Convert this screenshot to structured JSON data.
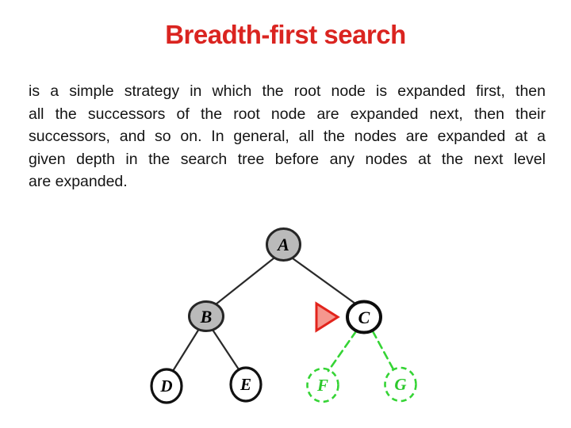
{
  "slide": {
    "title": "Breadth-first search",
    "body_lines": [
      "is a simple strategy in which the root node is expanded first, then",
      "all the successors of the root node are expanded next, then their",
      "successors, and so on. In general, all the nodes are expanded at a",
      "given depth in the search tree before any nodes at the next level",
      "are expanded."
    ]
  },
  "colors": {
    "title_red": "#da2420",
    "body_text": "#141414",
    "expanded_node_fill": "#bababa",
    "node_outline_black": "#1c1c1c",
    "frontier_green": "#35d435",
    "pointer_fill": "#f5978e",
    "pointer_outline": "#e2241c",
    "background": "#ffffff"
  },
  "tree": {
    "nodes": [
      {
        "label": "A",
        "level": 0,
        "style": "gray-filled"
      },
      {
        "label": "B",
        "level": 1,
        "style": "gray-filled"
      },
      {
        "label": "C",
        "level": 1,
        "style": "bold-outline"
      },
      {
        "label": "D",
        "level": 2,
        "style": "outline"
      },
      {
        "label": "E",
        "level": 2,
        "style": "outline"
      },
      {
        "label": "F",
        "level": 2,
        "style": "green-dashed"
      },
      {
        "label": "G",
        "level": 2,
        "style": "green-dashed"
      }
    ],
    "edges": [
      {
        "from": "A",
        "to": "B",
        "style": "solid"
      },
      {
        "from": "A",
        "to": "C",
        "style": "solid"
      },
      {
        "from": "B",
        "to": "D",
        "style": "solid"
      },
      {
        "from": "B",
        "to": "E",
        "style": "solid"
      },
      {
        "from": "C",
        "to": "F",
        "style": "green-dashed"
      },
      {
        "from": "C",
        "to": "G",
        "style": "green-dashed"
      }
    ],
    "pointer": {
      "shape": "right-pointing-triangle",
      "points_at": "C"
    }
  }
}
